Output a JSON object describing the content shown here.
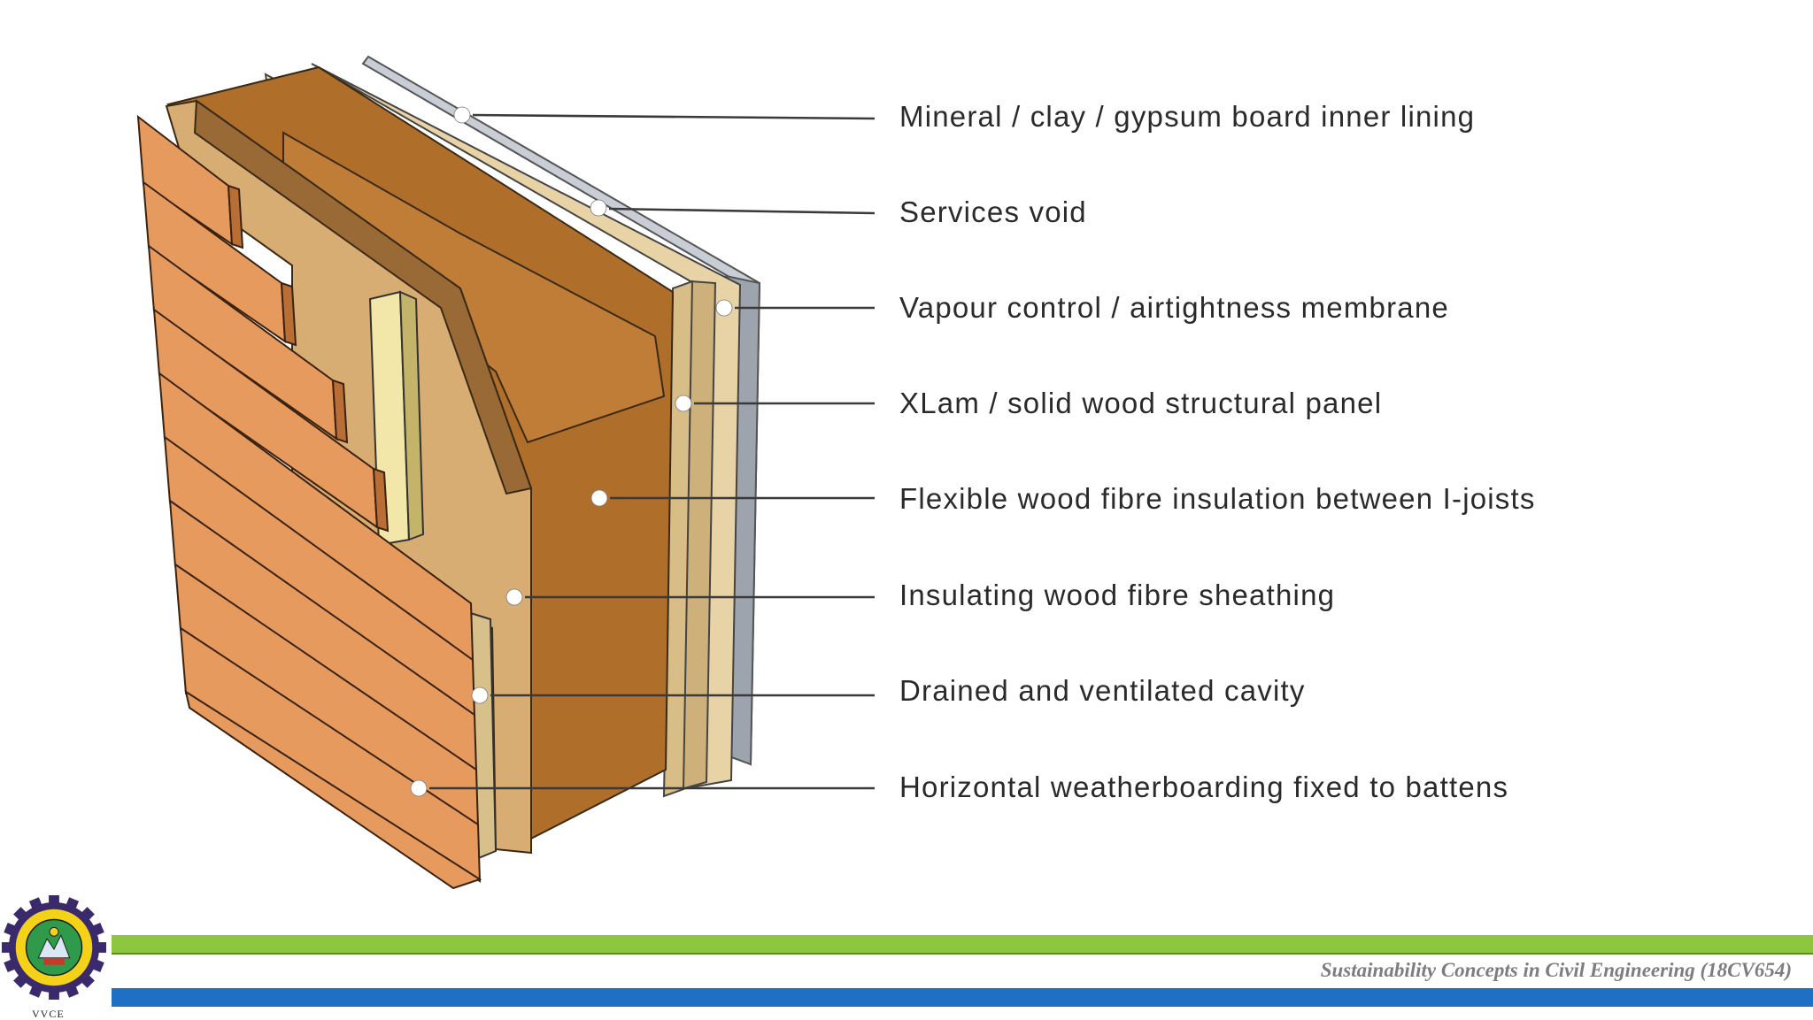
{
  "callouts": [
    "Mineral / clay / gypsum board inner lining",
    "Services void",
    "Vapour control / airtightness membrane",
    "XLam / solid wood structural panel",
    "Flexible wood fibre insulation between I-joists",
    "Insulating wood fibre sheathing",
    "Drained and ventilated cavity",
    "Horizontal weatherboarding fixed to battens"
  ],
  "footer": {
    "course_title": "Sustainability Concepts in Civil Engineering  (18CV654)",
    "logo_caption": "VVCE"
  },
  "colors": {
    "green_bar": "#8dc63f",
    "blue_bar": "#1f6fc5",
    "weatherboard": "#e79a5d",
    "wood_fibre": "#a8652a",
    "sheathing": "#d7ab72",
    "insulation_light": "#f7e8b5"
  }
}
